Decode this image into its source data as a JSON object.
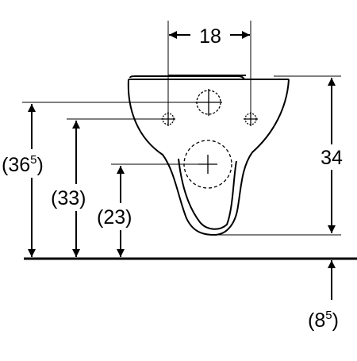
{
  "drawing": {
    "subject": "wall-hung-wc-dimensions",
    "line_color": "#000000",
    "background": "#ffffff"
  },
  "dimensions": {
    "fixing_spacing": "18",
    "overall_height_open": "(36",
    "overall_height_sup": "5",
    "overall_height_close": ")",
    "height_33": "(33)",
    "height_23": "(23)",
    "bowl_depth": "34",
    "wall_offset_open": "(8",
    "wall_offset_sup": "5",
    "wall_offset_close": ")"
  }
}
